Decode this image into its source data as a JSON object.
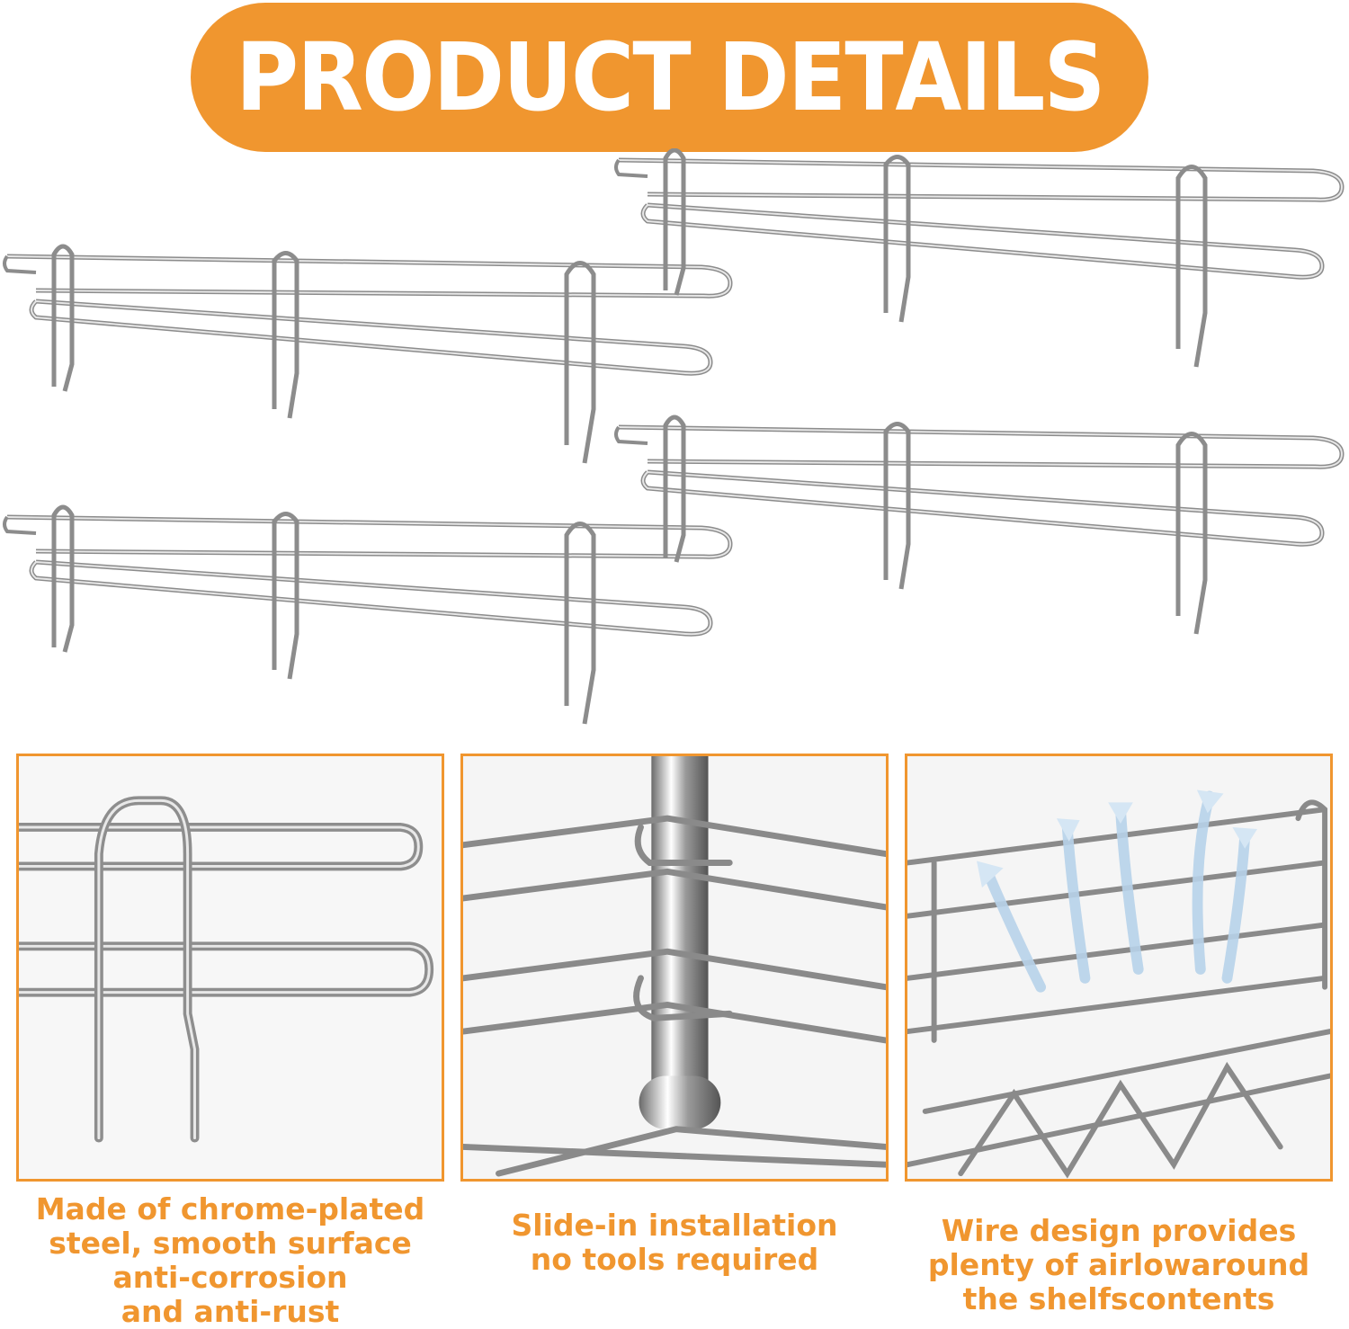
{
  "banner": {
    "title": "PRODUCT DETAILS"
  },
  "colors": {
    "accent": "#f0962f",
    "chrome": "#9a9a9a",
    "panel_bg": "#f4f4f4"
  },
  "features": [
    {
      "icon": "chrome-steel-closeup-icon",
      "lines": [
        "Made of chrome-plated",
        "steel, smooth surface",
        "anti-corrosion",
        "and anti-rust"
      ]
    },
    {
      "icon": "slide-in-installation-icon",
      "lines": [
        "Slide-in installation",
        "no tools required"
      ]
    },
    {
      "icon": "airflow-arrows-icon",
      "lines": [
        "Wire design provides",
        "plenty of airlowaround",
        "the shelfscontents"
      ]
    }
  ]
}
